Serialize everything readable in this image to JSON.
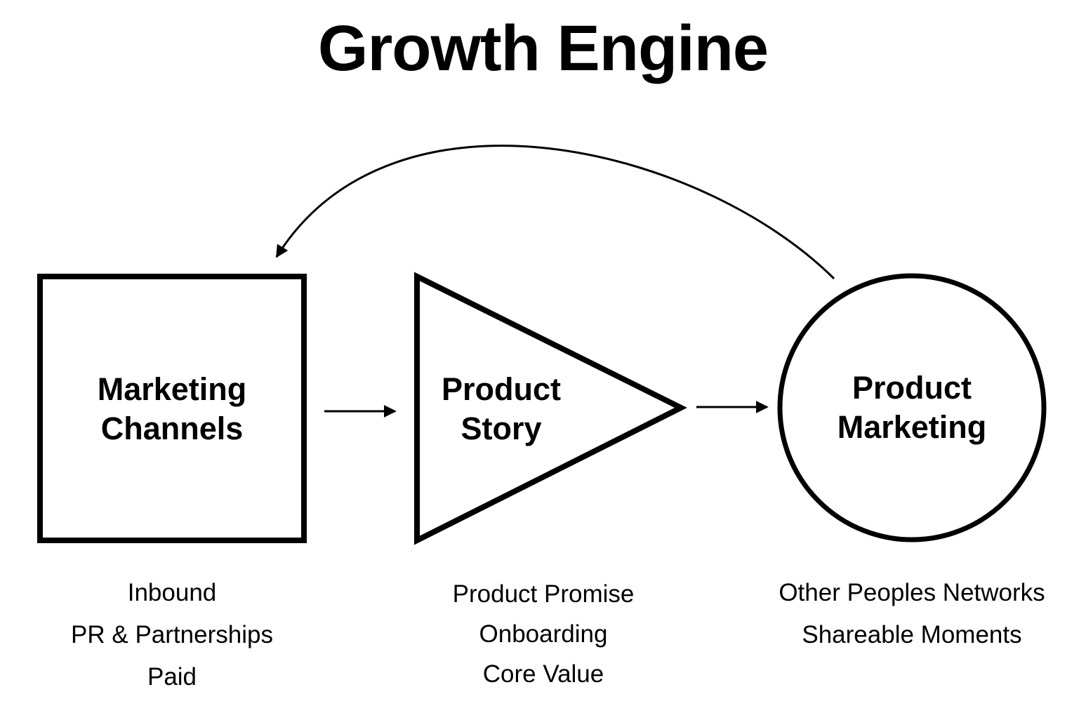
{
  "title": "Growth Engine",
  "nodes": [
    {
      "shape": "square",
      "label_lines": [
        "Marketing",
        "Channels"
      ],
      "items": [
        "Inbound",
        "PR & Partnerships",
        "Paid"
      ]
    },
    {
      "shape": "triangle",
      "label_lines": [
        "Product",
        "Story"
      ],
      "items": [
        "Product Promise",
        "Onboarding",
        "Core Value"
      ]
    },
    {
      "shape": "circle",
      "label_lines": [
        "Product",
        "Marketing"
      ],
      "items": [
        "Other Peoples Networks",
        "Shareable Moments"
      ]
    }
  ],
  "colors": {
    "stroke": "#000000",
    "background": "#ffffff",
    "text": "#000000"
  }
}
